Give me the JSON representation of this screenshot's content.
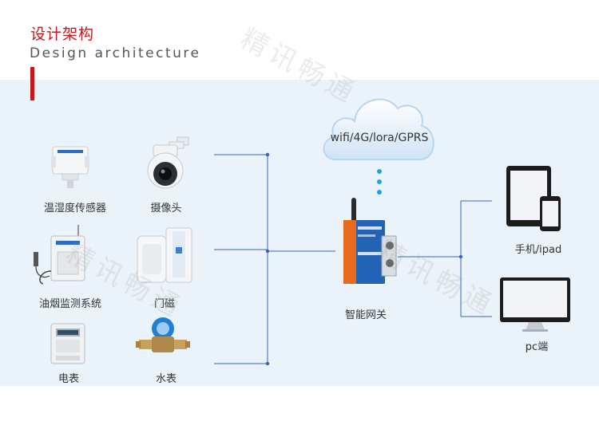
{
  "header": {
    "title_cn": "设计架构",
    "title_en": "Design architecture"
  },
  "watermark": "精讯畅通",
  "cloud": {
    "label": "wifi/4G/lora/GPRS"
  },
  "sensors": [
    {
      "label": "温湿度传感器",
      "icon": "temp-humidity-sensor-icon"
    },
    {
      "label": "摄像头",
      "icon": "dome-camera-icon"
    },
    {
      "label": "油烟监测系统",
      "icon": "smoke-monitor-icon"
    },
    {
      "label": "门磁",
      "icon": "door-sensor-icon"
    },
    {
      "label": "电表",
      "icon": "electric-meter-icon"
    },
    {
      "label": "水表",
      "icon": "water-meter-icon"
    }
  ],
  "gateway": {
    "label": "智能网关",
    "icon": "gateway-icon"
  },
  "clients": [
    {
      "label": "手机/ipad",
      "icon": "tablet-phone-icon"
    },
    {
      "label": "pc端",
      "icon": "monitor-icon"
    }
  ],
  "colors": {
    "accent": "#c8161d",
    "panel": "#eaf3fa",
    "line": "#3a63b8",
    "dots": "#19a6e6"
  }
}
